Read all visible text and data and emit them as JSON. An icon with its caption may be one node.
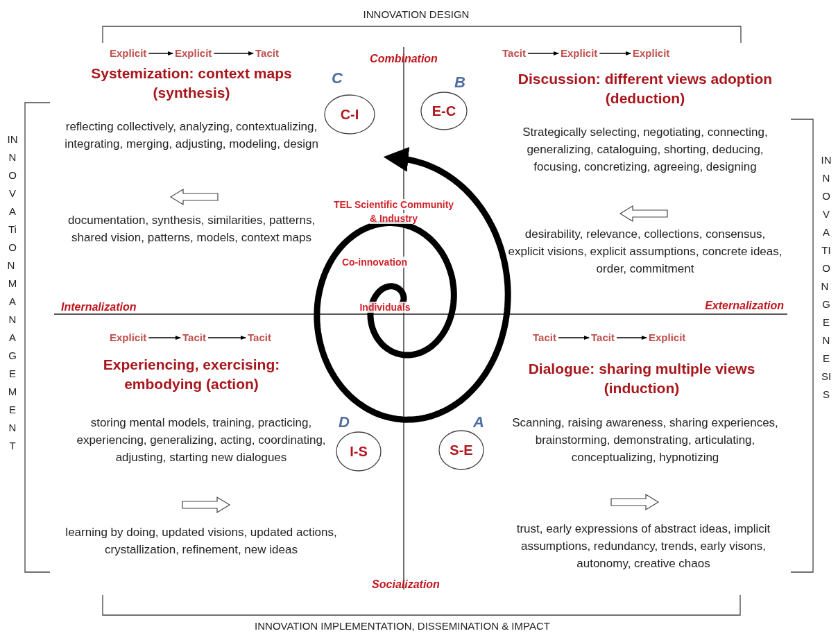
{
  "diagram": {
    "nodes": [
      {
        "text": [
          "Explicit"
        ]
      },
      {
        "text": [
          "Explicit"
        ]
      },
      {
        "text": [
          "Tacit"
        ]
      },
      {
        "text": [
          "Tacit"
        ]
      },
      {
        "text": [
          "Explicit"
        ]
      },
      {
        "text": [
          "Explicit"
        ]
      },
      {
        "text": [
          "C-I"
        ],
        "beside": [
          "C"
        ]
      },
      {
        "text": [
          "E-C"
        ],
        "beside": [
          "B"
        ]
      },
      {
        "text": [
          "Explicit"
        ]
      },
      {
        "text": [
          "Tacit"
        ]
      },
      {
        "text": [
          "Tacit"
        ]
      },
      {
        "text": [
          "Tacit"
        ]
      },
      {
        "text": [
          "Tacit"
        ]
      },
      {
        "text": [
          "Explicit"
        ]
      },
      {
        "text": [
          "I-S"
        ],
        "beside": [
          "D"
        ]
      },
      {
        "text": [
          "S-E"
        ],
        "beside": [
          "A"
        ]
      }
    ],
    "edges": [
      {
        "from": 0,
        "to": 1,
        "arrow": "to"
      },
      {
        "from": 1,
        "to": 2,
        "arrow": "to"
      },
      {
        "from": 3,
        "to": 4,
        "arrow": "to"
      },
      {
        "from": 4,
        "to": 5,
        "arrow": "to"
      },
      {
        "from": 8,
        "to": 9,
        "arrow": "to"
      },
      {
        "from": 9,
        "to": 10,
        "arrow": "to"
      },
      {
        "from": 11,
        "to": 12,
        "arrow": "to"
      },
      {
        "from": 12,
        "to": 13,
        "arrow": "to"
      }
    ],
    "labels": [
      "INNOVATION DESIGN",
      "Combination",
      "Systemization: context maps (synthesis)",
      "Discussion: different views adoption (deduction)",
      "reflecting collectively, analyzing, contextualizing, integrating, merging, adjusting, modeling, design",
      "Strategically selecting, negotiating, connecting, generalizing, cataloguing, shorting, deducing, focusing, concretizing, agreeing, designing",
      "documentation, synthesis, similarities, patterns, shared vision, patterns, models, context maps",
      "desirability, relevance, collections, consensus, explicit visions, explicit assumptions, concrete ideas, order, commitment",
      "TEL Scientific Community & Industry",
      "Co-innovation",
      "Internalization",
      "Individuals",
      "Externalization",
      "Experiencing, exercising: embodying (action)",
      "Dialogue: sharing multiple views (induction)",
      "storing mental models, training, practicing, experiencing, generalizing, acting, coordinating, adjusting, starting new dialogues",
      "Scanning, raising awareness, sharing experiences, brainstorming, demonstrating, articulating, conceptualizing, hypnotizing",
      "learning by doing, updated visions, updated actions, crystallization, refinement, new ideas",
      "trust, early expressions of abstract ideas, implicit assumptions, redundancy, trends, early visons, autonomy, creative chaos",
      "Socialization",
      "INNOVATION IMPLEMENTATION, DISSEMINATION & IMPACT",
      "INNOVATiON MANAGEMENT",
      "INNOVATION GENESIS"
    ]
  }
}
